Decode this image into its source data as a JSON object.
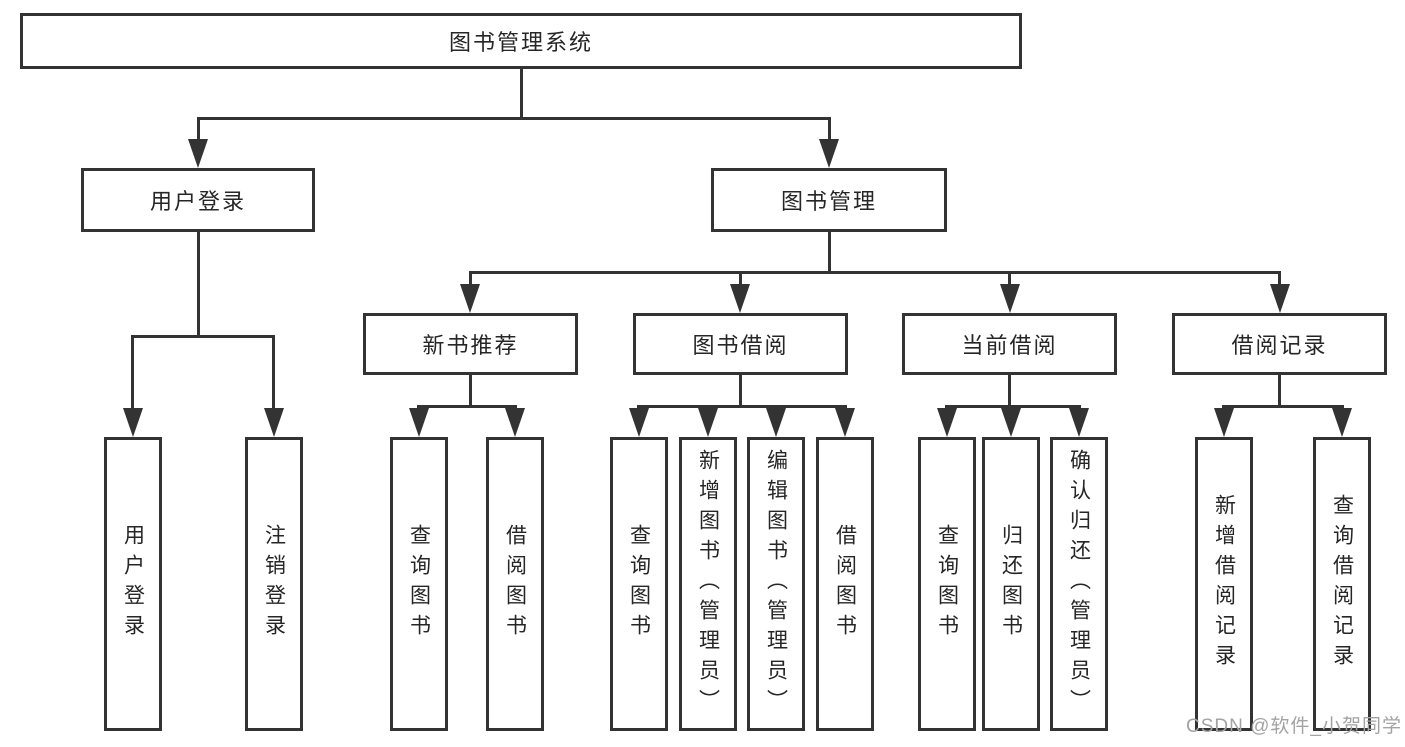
{
  "diagram_title": "图书管理系统",
  "tree": {
    "label": "图书管理系统",
    "children": [
      {
        "label": "用户登录",
        "children": [
          {
            "label": "用户登录"
          },
          {
            "label": "注销登录"
          }
        ]
      },
      {
        "label": "图书管理",
        "children": [
          {
            "label": "新书推荐",
            "children": [
              {
                "label": "查询图书"
              },
              {
                "label": "借阅图书"
              }
            ]
          },
          {
            "label": "图书借阅",
            "children": [
              {
                "label": "查询图书"
              },
              {
                "label": "新增图书（管理员）"
              },
              {
                "label": "编辑图书（管理员）"
              },
              {
                "label": "借阅图书"
              }
            ]
          },
          {
            "label": "当前借阅",
            "children": [
              {
                "label": "查询图书"
              },
              {
                "label": "归还图书"
              },
              {
                "label": "确认归还（管理员）"
              }
            ]
          },
          {
            "label": "借阅记录",
            "children": [
              {
                "label": "新增借阅记录"
              },
              {
                "label": "查询借阅记录"
              }
            ]
          }
        ]
      }
    ]
  },
  "watermark": {
    "text": "CSDN @软件_小贺同学"
  },
  "colors": {
    "background": "#ffffff",
    "box_border": "#333333",
    "connector_line": "#333333",
    "text": "#262626",
    "watermark": "#a3a3a3"
  }
}
